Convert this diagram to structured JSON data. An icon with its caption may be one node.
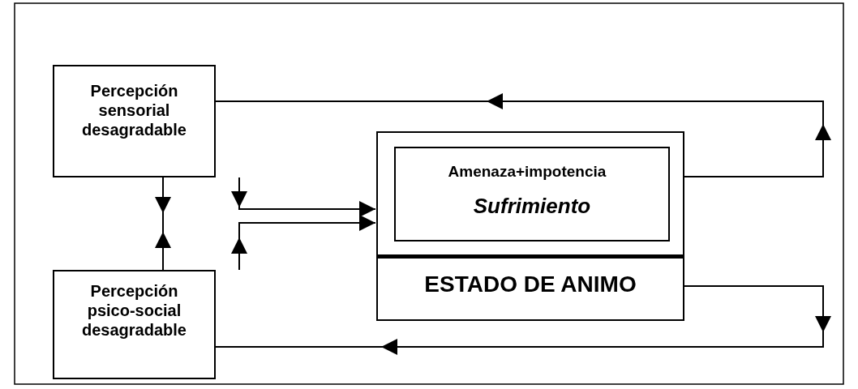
{
  "diagram": {
    "nodes": [
      {
        "text": [
          "Percepción sensorial desagradable"
        ]
      },
      {
        "text": [
          "Percepción psico-social desagradable"
        ]
      },
      {
        "text": [
          "ESTADO DE ANIMO"
        ]
      },
      {
        "text": [
          "Amenaza+impotencia",
          "Sufrimiento"
        ],
        "in": 2
      }
    ],
    "edges": [
      {
        "from": 0,
        "to": 1,
        "arrow": "both"
      },
      {
        "from": 0,
        "to": 2,
        "arrow": "to"
      },
      {
        "from": 1,
        "to": 2,
        "arrow": "to"
      },
      {
        "from": 2,
        "to": 0,
        "arrow": "to"
      },
      {
        "from": 2,
        "to": 1,
        "arrow": "to"
      }
    ]
  }
}
